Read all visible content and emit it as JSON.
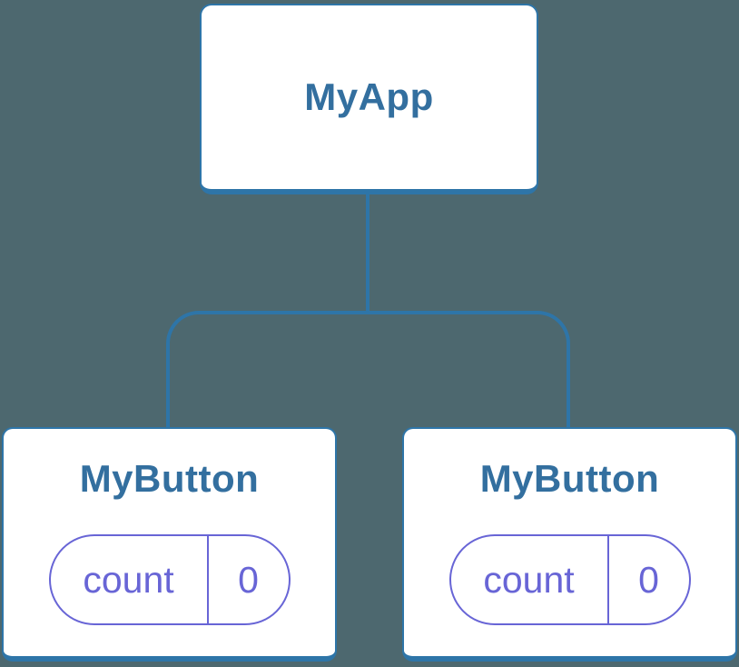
{
  "colors": {
    "background": "#4d686f",
    "connector_blue": "#2e75a8",
    "node_text_blue": "#336f9f",
    "state_purple": "#6865d6",
    "node_fill": "#ffffff"
  },
  "tree": {
    "root": {
      "label": "MyApp"
    },
    "children": [
      {
        "label": "MyButton",
        "state": {
          "key": "count",
          "value": "0"
        }
      },
      {
        "label": "MyButton",
        "state": {
          "key": "count",
          "value": "0"
        }
      }
    ]
  }
}
